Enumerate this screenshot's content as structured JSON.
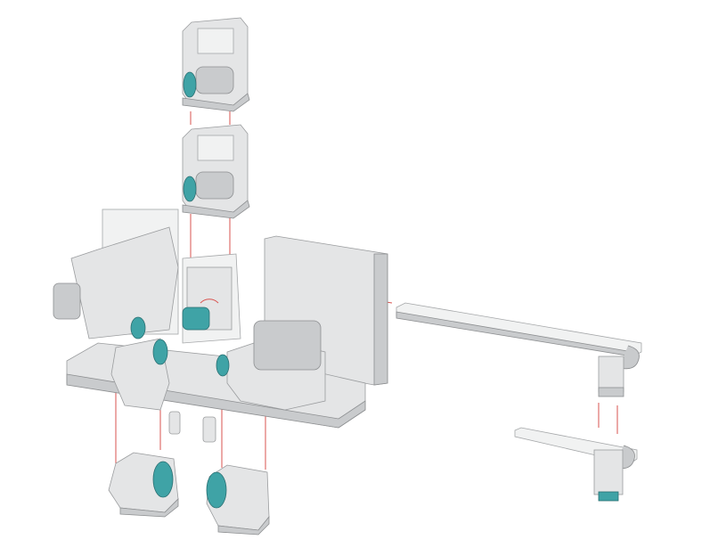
{
  "colors": {
    "background": "#ffffff",
    "housing": "#e4e5e6",
    "housing_shadow": "#c9cbcd",
    "spindle_accent": "#3fa3a6",
    "assembly_line": "#d9534f"
  },
  "components": [
    "upper-head-unit",
    "lower-head-unit",
    "machine-base",
    "control-cabinet",
    "loading-rail",
    "gripper-unit",
    "left-spindle-unit",
    "right-spindle-unit"
  ]
}
